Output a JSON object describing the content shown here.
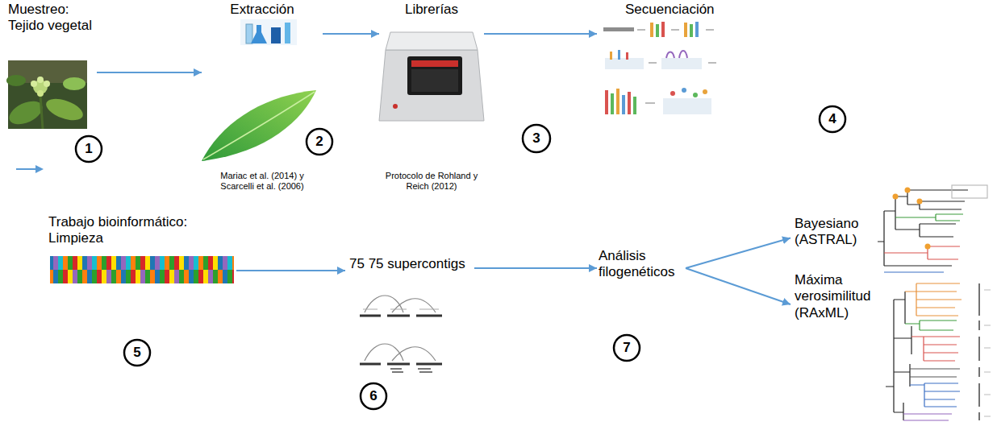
{
  "diagram": {
    "nodes": [
      {
        "text": [
          "Muestreo: Tejido vegetal"
        ]
      },
      {
        "text": [
          "Extracción",
          "Mariac et al. (2014) y Scarcelli et al. (2006)"
        ]
      },
      {
        "text": [
          "Librerías",
          "Protocolo de Rohland y Reich (2012)"
        ]
      },
      {
        "text": [
          "Secuenciación"
        ]
      },
      {
        "text": [
          "Trabajo bioinformático: Limpieza"
        ]
      },
      {
        "text": [
          "75 75 supercontigs"
        ]
      },
      {
        "text": [
          "Análisis filogenéticos"
        ]
      },
      {
        "text": [
          "Bayesiano (ASTRAL)"
        ]
      },
      {
        "text": [
          "Máxima verosimilitud (RAxML)"
        ]
      }
    ],
    "edges": [
      {
        "from": 0,
        "to": 1,
        "arrow": "to"
      },
      {
        "from": 1,
        "to": 2,
        "arrow": "to"
      },
      {
        "from": 2,
        "to": 3,
        "arrow": "to"
      },
      {
        "from": 4,
        "to": 5,
        "arrow": "to"
      },
      {
        "from": 5,
        "to": 6,
        "arrow": "to"
      },
      {
        "from": 6,
        "to": 7,
        "arrow": "to"
      },
      {
        "from": 6,
        "to": 8,
        "arrow": "to"
      }
    ],
    "labels": [
      "1",
      "2",
      "3",
      "4",
      "5",
      "6",
      "7"
    ]
  }
}
